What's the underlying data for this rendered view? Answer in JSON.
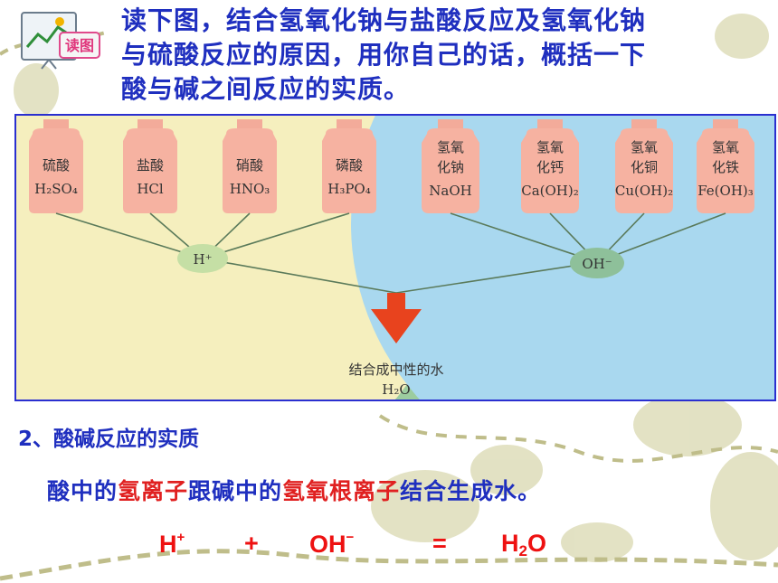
{
  "icon": {
    "label": "读图"
  },
  "title": {
    "line1": "读下图，结合氢氧化钠与盐酸反应及氢氧化钠",
    "line2": "与硫酸反应的原因，用你自己的话，概括一下",
    "line3": "酸与碱之间反应的实质。"
  },
  "diagram": {
    "acids": [
      {
        "name": "硫酸",
        "formula": "H₂SO₄"
      },
      {
        "name": "盐酸",
        "formula": "HCl"
      },
      {
        "name": "硝酸",
        "formula": "HNO₃"
      },
      {
        "name": "磷酸",
        "formula": "H₃PO₄"
      }
    ],
    "bases": [
      {
        "name1": "氢氧",
        "name2": "化钠",
        "formula": "NaOH"
      },
      {
        "name1": "氢氧",
        "name2": "化钙",
        "formula": "Ca(OH)₂"
      },
      {
        "name1": "氢氧",
        "name2": "化铜",
        "formula": "Cu(OH)₂"
      },
      {
        "name1": "氢氧",
        "name2": "化铁",
        "formula": "Fe(OH)₃"
      }
    ],
    "h_ion": "H⁺",
    "oh_ion": "OH⁻",
    "result_label": "结合成中性的水",
    "result_formula": "H₂O"
  },
  "section": {
    "number": "2",
    "heading": "、酸碱反应的实质"
  },
  "sentence": {
    "p1": "酸中的",
    "p2": "氢离子",
    "p3": "跟碱中的",
    "p4": "氢氧根离子",
    "p5": "结合生成水。"
  },
  "equation": {
    "h": "H",
    "h_sup": "+",
    "plus": "+",
    "oh": "OH",
    "oh_sup": "−",
    "equals": "=",
    "h2": "H",
    "h2_sub": "2",
    "o": "O"
  }
}
